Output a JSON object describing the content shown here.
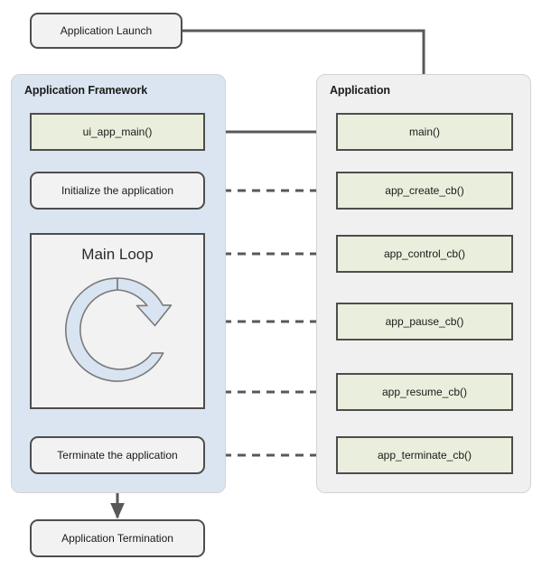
{
  "diagram": {
    "title_implied": "Tizen application lifecycle flow",
    "colors": {
      "framework_panel_fill": "#dbe5f1",
      "application_panel_fill": "#f0f0f0",
      "panel_border": "#d3d3d3",
      "terminator_fill": "#f2f2f2",
      "callback_fill": "#eaeedc",
      "node_border": "#4d4d4d",
      "connector": "#585858",
      "loop_icon_fill": "#d9e4f2",
      "loop_icon_stroke": "#7a7a7a",
      "canvas": "#ffffff"
    },
    "panels": [
      {
        "id": "framework",
        "label": "Application Framework"
      },
      {
        "id": "application",
        "label": "Application"
      }
    ],
    "nodes": {
      "launch": {
        "label": "Application Launch",
        "shape": "rounded",
        "fill": "#f2f2f2"
      },
      "ui_app_main": {
        "label": "ui_app_main()",
        "shape": "rectangle",
        "fill": "#eaeedc"
      },
      "initialize": {
        "label": "Initialize the application",
        "shape": "rounded",
        "fill": "#f2f2f2"
      },
      "main_loop": {
        "label": "Main Loop",
        "shape": "rectangle",
        "fill": "#f2f2f2",
        "icon": "circular-refresh-arrow"
      },
      "terminate": {
        "label": "Terminate the application",
        "shape": "rounded",
        "fill": "#f2f2f2"
      },
      "termination": {
        "label": "Application Termination",
        "shape": "rounded",
        "fill": "#f2f2f2"
      },
      "main": {
        "label": "main()",
        "shape": "rectangle",
        "fill": "#eaeedc"
      },
      "app_create_cb": {
        "label": "app_create_cb()",
        "shape": "rectangle",
        "fill": "#eaeedc"
      },
      "app_control_cb": {
        "label": "app_control_cb()",
        "shape": "rectangle",
        "fill": "#eaeedc"
      },
      "app_pause_cb": {
        "label": "app_pause_cb()",
        "shape": "rectangle",
        "fill": "#eaeedc"
      },
      "app_resume_cb": {
        "label": "app_resume_cb()",
        "shape": "rectangle",
        "fill": "#eaeedc"
      },
      "app_terminate_cb": {
        "label": "app_terminate_cb()",
        "shape": "rectangle",
        "fill": "#eaeedc"
      }
    },
    "edges": [
      {
        "from": "launch",
        "to": "main",
        "style": "solid",
        "arrow": true
      },
      {
        "from": "main",
        "to": "ui_app_main",
        "style": "solid",
        "arrow": true
      },
      {
        "from": "ui_app_main",
        "to": "initialize",
        "style": "solid",
        "arrow": true
      },
      {
        "from": "initialize",
        "to": "main_loop",
        "style": "solid",
        "arrow": true
      },
      {
        "from": "main_loop",
        "to": "terminate",
        "style": "solid",
        "arrow": true
      },
      {
        "from": "terminate",
        "to": "termination",
        "style": "solid",
        "arrow": true
      },
      {
        "from": "initialize",
        "to": "app_create_cb",
        "style": "dashed",
        "arrow": true
      },
      {
        "from": "main_loop",
        "to": "app_control_cb",
        "style": "dashed",
        "arrow": true
      },
      {
        "from": "main_loop",
        "to": "app_pause_cb",
        "style": "dashed",
        "arrow": true
      },
      {
        "from": "main_loop",
        "to": "app_resume_cb",
        "style": "dashed",
        "arrow": true
      },
      {
        "from": "terminate",
        "to": "app_terminate_cb",
        "style": "dashed",
        "arrow": true
      }
    ]
  }
}
